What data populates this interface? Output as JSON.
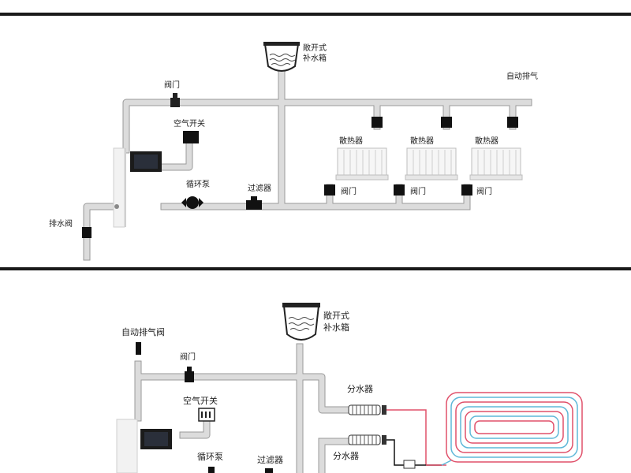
{
  "top_diagram": {
    "tank_label_line1": "敞开式",
    "tank_label_line2": "补水箱",
    "auto_vent": "自动排气",
    "valve_main": "阀门",
    "air_switch": "空气开关",
    "pump": "循环泵",
    "filter": "过滤器",
    "drain_valve": "排水阀",
    "radiators": [
      {
        "label": "散热器",
        "valve_label": "阀门"
      },
      {
        "label": "散热器",
        "valve_label": "阀门"
      },
      {
        "label": "散热器",
        "valve_label": "阀门"
      }
    ]
  },
  "bottom_diagram": {
    "tank_label_line1": "敞开式",
    "tank_label_line2": "补水箱",
    "auto_vent_valve": "自动排气阀",
    "valve_main": "阀门",
    "manifold_top": "分水器",
    "air_switch": "空气开关",
    "manifold_bottom": "分水器",
    "pump": "循环泵",
    "filter": "过滤器"
  },
  "colors": {
    "frame": "#1a1a1a",
    "pipe": "#dcdcdc",
    "floor_heating_hot": "#e0506a",
    "floor_heating_cold": "#5fb8d8"
  }
}
